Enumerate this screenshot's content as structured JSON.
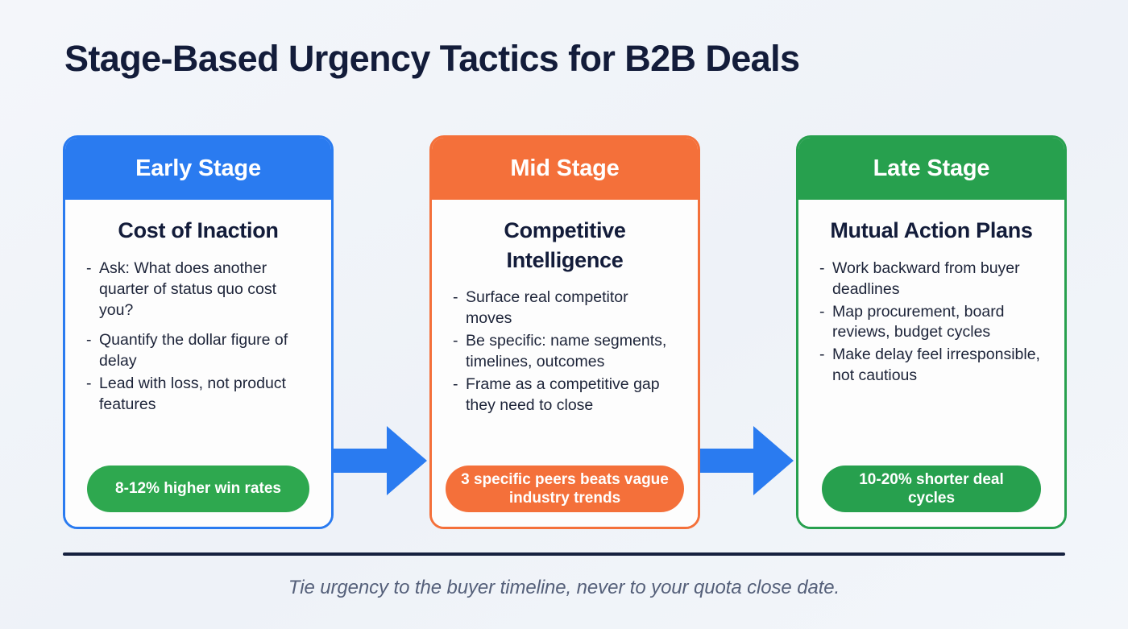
{
  "title": "Stage-Based Urgency Tactics for B2B Deals",
  "colors": {
    "background": "#f2f5fa",
    "title_text": "#131c3a",
    "arrow": "#2a7bf0",
    "divider": "#16213f",
    "footer_text": "#55607a",
    "early_stage": "#2a7bf0",
    "mid_stage": "#f4703a",
    "late_stage": "#27a04e",
    "badge_green": "#2ea84f"
  },
  "cards": [
    {
      "stage_label": "Early Stage",
      "heading": "Cost of Inaction",
      "bullets": [
        "Ask: What does another quarter of status quo cost you?",
        "Quantify the dollar figure of delay",
        "Lead with loss, not product features"
      ],
      "badge": "8-12% higher win rates",
      "accent": "#2a7bf0",
      "badge_color": "#2ea84f"
    },
    {
      "stage_label": "Mid Stage",
      "heading": "Competitive Intelligence",
      "bullets": [
        "Surface real competitor moves",
        "Be specific: name segments, timelines, outcomes",
        "Frame as a competitive gap they need to close"
      ],
      "badge": "3 specific peers beats vague industry trends",
      "accent": "#f4703a",
      "badge_color": "#f4703a"
    },
    {
      "stage_label": "Late Stage",
      "heading": "Mutual Action Plans",
      "bullets": [
        "Work backward from buyer deadlines",
        "Map procurement, board reviews, budget cycles",
        "Make delay feel irresponsible, not cautious"
      ],
      "badge": "10-20% shorter deal cycles",
      "accent": "#27a04e",
      "badge_color": "#27a04e"
    }
  ],
  "arrows": [
    {
      "name": "arrow-early-to-mid",
      "direction": "right"
    },
    {
      "name": "arrow-mid-to-late",
      "direction": "right"
    }
  ],
  "bullet_marker": "-",
  "footer_note": "Tie urgency to the buyer timeline, never to your quota close date."
}
